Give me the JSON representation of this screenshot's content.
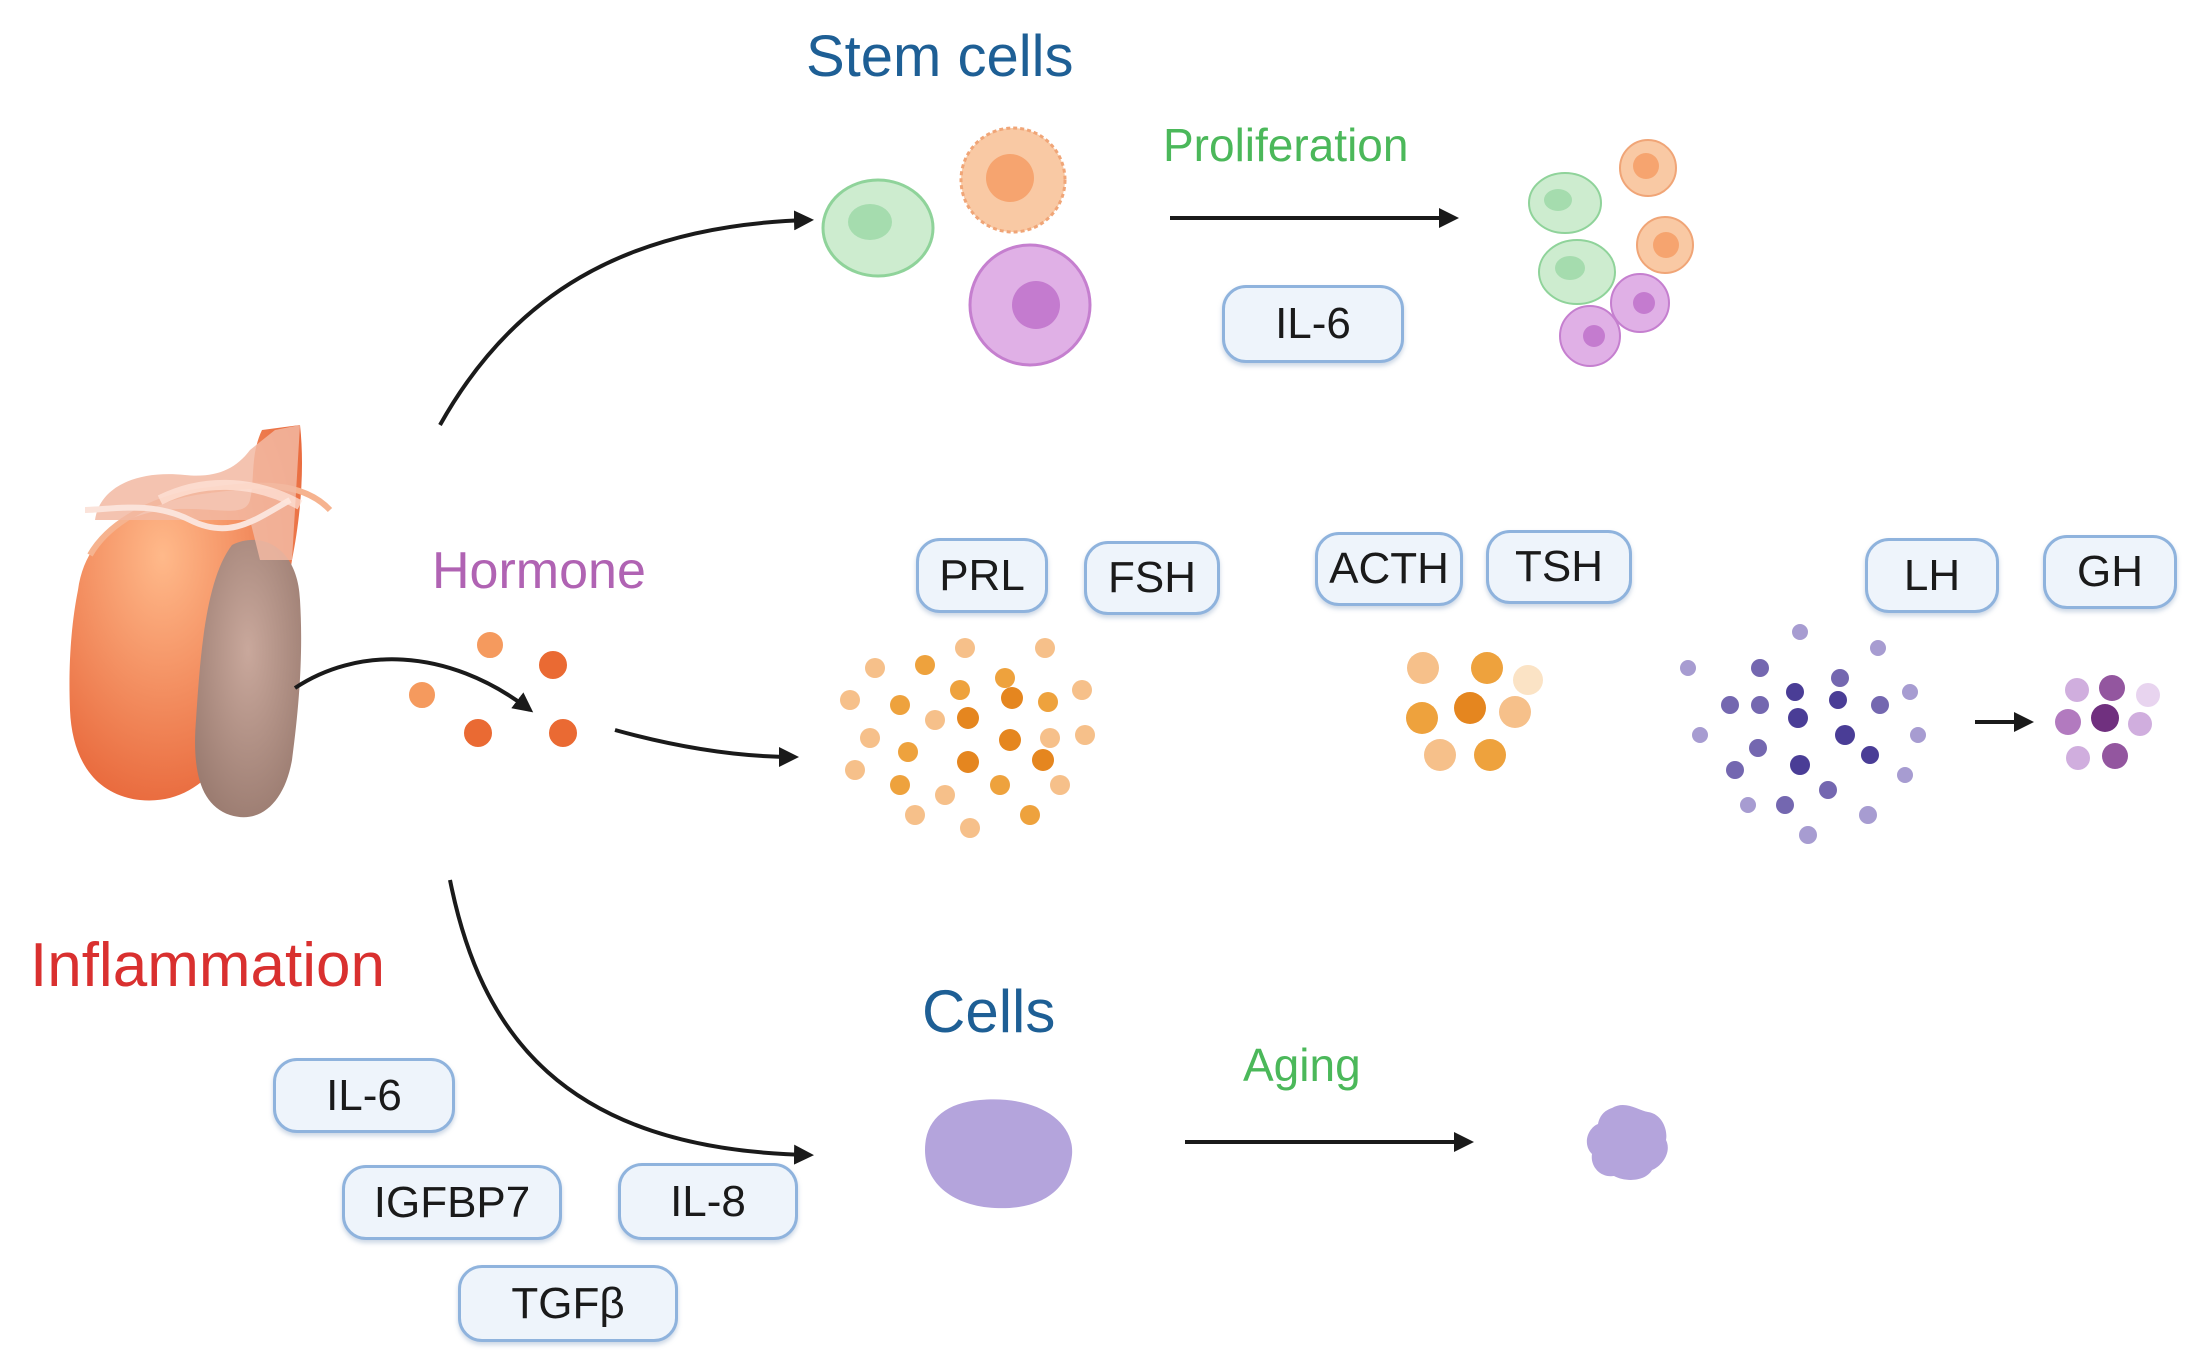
{
  "colors": {
    "stem_title": "#1e5f95",
    "proliferation": "#4bb85a",
    "hormone": "#b063b3",
    "inflammation": "#d9302f",
    "cells_title": "#1e5f95",
    "aging": "#4bb85a",
    "pill_fill": "#eef4fb",
    "pill_border": "#8fb3dd",
    "arrow": "#1a1a1a",
    "stem_green": "#cdeccf",
    "stem_orange": "#f9c9a4",
    "stem_purple": "#e0b0e6",
    "hormone_orange": "#f08a4b",
    "particle_orange": "#eea23d",
    "particle_purple": "#7467b0",
    "cell_lilac": "#b4a4dc"
  },
  "labels": {
    "stem_cells": "Stem cells",
    "proliferation": "Proliferation",
    "hormone": "Hormone",
    "inflammation": "Inflammation",
    "cells": "Cells",
    "aging": "Aging"
  },
  "cytokines": {
    "stem_il6": "IL-6",
    "inflam_il6": "IL-6",
    "igfbp7": "IGFBP7",
    "il8": "IL-8",
    "tgfb": "TGFβ"
  },
  "hormones": {
    "prl": "PRL",
    "fsh": "FSH",
    "acth": "ACTH",
    "tsh": "TSH",
    "lh": "LH",
    "gh": "GH"
  },
  "icons": [
    "pituitary-gland-icon",
    "stem-cell-icon",
    "hormone-particle-icon",
    "senescent-cell-icon"
  ]
}
